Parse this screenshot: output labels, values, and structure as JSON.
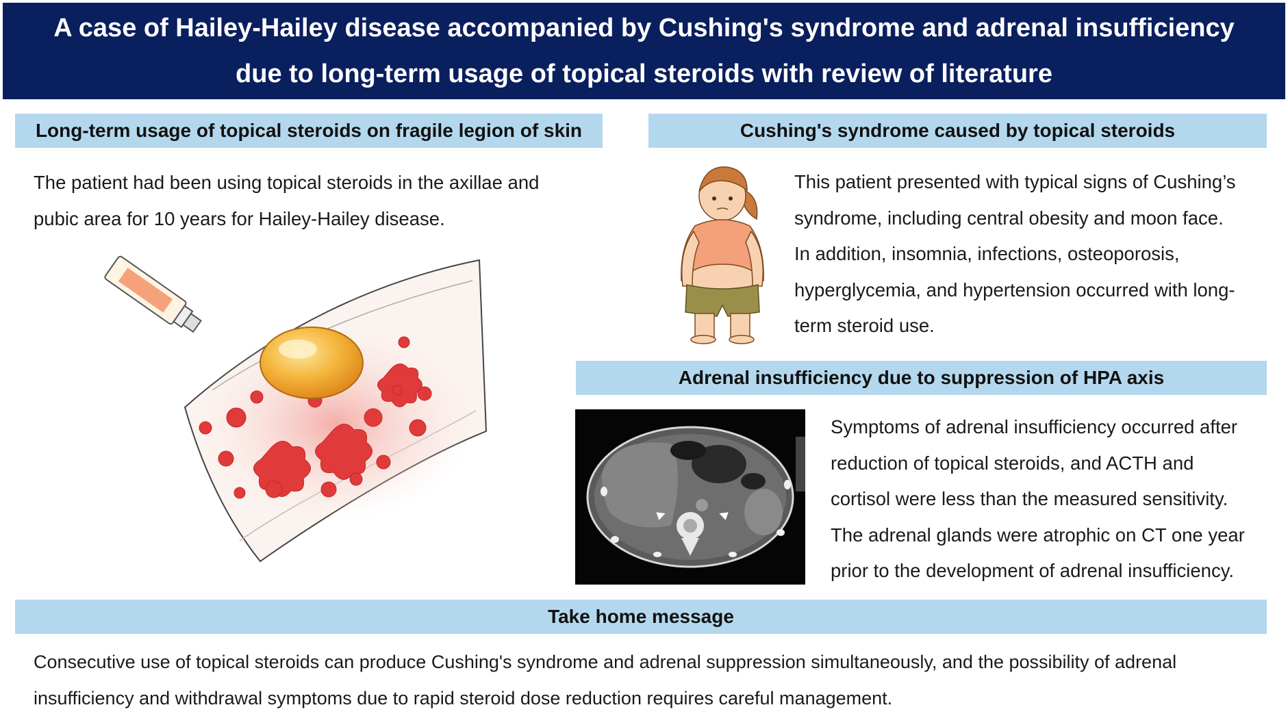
{
  "title": {
    "line1": "A case of Hailey-Hailey disease accompanied by Cushing's syndrome and adrenal insufficiency",
    "line2": "due to long-term usage of topical steroids with review of literature"
  },
  "left_section": {
    "heading": "Long-term usage of topical steroids on fragile legion of skin",
    "body_lines": [
      "The patient had been using topical steroids in the axillae and",
      "pubic area for 10 years for Hailey-Hailey disease."
    ],
    "illustration": "topical-steroid-tube-and-skin-lesion-illustration"
  },
  "cushing_section": {
    "heading": "Cushing's syndrome caused by topical steroids",
    "body_lines": [
      "This patient presented with typical signs of Cushing’s",
      "syndrome, including central obesity and moon face.",
      "In addition, insomnia, infections, osteoporosis,",
      "hyperglycemia, and hypertension occurred with long-",
      "term steroid use."
    ],
    "illustration": "obese-patient-illustration"
  },
  "adrenal_section": {
    "heading": "Adrenal insufficiency due to suppression of HPA axis",
    "body_lines": [
      "Symptoms of adrenal insufficiency occurred after",
      "reduction of topical steroids, and ACTH and",
      "cortisol were less than the measured sensitivity.",
      "The adrenal glands were atrophic on CT one year",
      "prior to the development of adrenal insufficiency."
    ],
    "image": "abdominal-ct-scan"
  },
  "take_home": {
    "heading": "Take home message",
    "body_lines": [
      "Consecutive use of topical steroids can produce Cushing's syndrome and adrenal suppression simultaneously, and the possibility of adrenal",
      "insufficiency and withdrawal symptoms due to rapid steroid dose reduction requires careful management."
    ]
  },
  "colors": {
    "title_bg": "#0a1f5e",
    "section_header_bg": "#b3d8ee",
    "lesion_red": "#e03a3a",
    "bulla_yellow": "#f2b53a"
  }
}
